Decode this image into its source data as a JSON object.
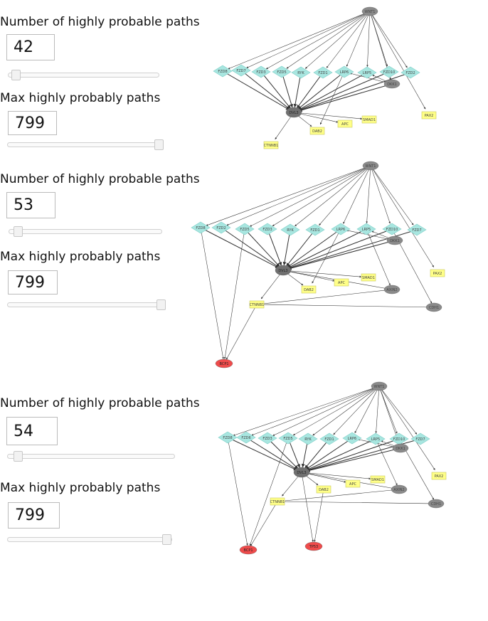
{
  "panels": [
    {
      "count_label": "Number of highly probable paths",
      "count_value": "42",
      "max_label": "Max highly probably paths",
      "max_value": "799",
      "count_fraction": 0.05,
      "max_fraction": 1.0
    },
    {
      "count_label": "Number of highly probable paths",
      "count_value": "53",
      "max_label": "Max highly probably paths",
      "max_value": "799",
      "count_fraction": 0.06,
      "max_fraction": 1.0
    },
    {
      "count_label": "Number of highly probable paths",
      "count_value": "54",
      "max_label": "Max highly probably paths",
      "max_value": "799",
      "count_fraction": 0.06,
      "max_fraction": 1.0
    }
  ],
  "colors": {
    "receptor": "#a8e6e0",
    "receptor_stroke": "#7fcfc8",
    "hub": "#8a8a8a",
    "gene": "#ffff88",
    "gene_stroke": "#c8c860",
    "target": "#ef4b4b",
    "edge": "#333333"
  },
  "networks": [
    {
      "nodes": [
        {
          "id": "WNT1",
          "label": "WNT1",
          "shape": "ellipse",
          "kind": "hub"
        },
        {
          "id": "FZD8",
          "label": "FZD8",
          "shape": "diamond",
          "kind": "receptor"
        },
        {
          "id": "FZD7",
          "label": "FZD7",
          "shape": "diamond",
          "kind": "receptor"
        },
        {
          "id": "FZD3",
          "label": "FZD3",
          "shape": "diamond",
          "kind": "receptor"
        },
        {
          "id": "FZD5",
          "label": "FZD5",
          "shape": "diamond",
          "kind": "receptor"
        },
        {
          "id": "RYK",
          "label": "RYK",
          "shape": "diamond",
          "kind": "receptor"
        },
        {
          "id": "FZD1",
          "label": "FZD1",
          "shape": "diamond",
          "kind": "receptor"
        },
        {
          "id": "LRP6",
          "label": "LRP6",
          "shape": "diamond",
          "kind": "receptor"
        },
        {
          "id": "LRP5",
          "label": "LRP5",
          "shape": "diamond",
          "kind": "receptor"
        },
        {
          "id": "FZD10",
          "label": "FZD10",
          "shape": "diamond",
          "kind": "receptor"
        },
        {
          "id": "FZD2",
          "label": "FZD2",
          "shape": "diamond",
          "kind": "receptor"
        },
        {
          "id": "DKK1",
          "label": "DKK1",
          "shape": "ellipse",
          "kind": "hub"
        },
        {
          "id": "DVL3",
          "label": "DVL3",
          "shape": "ellipse",
          "kind": "hubdark"
        },
        {
          "id": "SMAD1",
          "label": "SMAD1",
          "shape": "rect",
          "kind": "gene"
        },
        {
          "id": "APC",
          "label": "APC",
          "shape": "rect",
          "kind": "gene"
        },
        {
          "id": "DAB2",
          "label": "DAB2",
          "shape": "rect",
          "kind": "gene"
        },
        {
          "id": "CTNNB1",
          "label": "CTNNB1",
          "shape": "rect",
          "kind": "gene"
        },
        {
          "id": "PAX2",
          "label": "PAX2",
          "shape": "rect",
          "kind": "gene"
        }
      ],
      "edges": [
        [
          "WNT1",
          "FZD8"
        ],
        [
          "WNT1",
          "FZD7"
        ],
        [
          "WNT1",
          "FZD3"
        ],
        [
          "WNT1",
          "FZD5"
        ],
        [
          "WNT1",
          "RYK"
        ],
        [
          "WNT1",
          "FZD1"
        ],
        [
          "WNT1",
          "LRP6"
        ],
        [
          "WNT1",
          "LRP5"
        ],
        [
          "WNT1",
          "FZD10"
        ],
        [
          "WNT1",
          "FZD2"
        ],
        [
          "WNT1",
          "PAX2"
        ],
        [
          "WNT1",
          "DKK1"
        ],
        [
          "FZD8",
          "DVL3"
        ],
        [
          "FZD7",
          "DVL3"
        ],
        [
          "FZD3",
          "DVL3"
        ],
        [
          "FZD5",
          "DVL3"
        ],
        [
          "RYK",
          "DVL3"
        ],
        [
          "FZD1",
          "DVL3"
        ],
        [
          "LRP6",
          "DVL3"
        ],
        [
          "LRP5",
          "DVL3"
        ],
        [
          "FZD10",
          "DVL3"
        ],
        [
          "FZD2",
          "DVL3"
        ],
        [
          "DKK1",
          "DVL3"
        ],
        [
          "DKK1",
          "LRP6"
        ],
        [
          "DKK1",
          "LRP5"
        ],
        [
          "DVL3",
          "SMAD1"
        ],
        [
          "DVL3",
          "APC"
        ],
        [
          "DVL3",
          "DAB2"
        ],
        [
          "DVL3",
          "CTNNB1"
        ],
        [
          "LRP6",
          "DAB2"
        ]
      ]
    },
    {
      "nodes": [
        {
          "id": "WNT1",
          "label": "WNT1",
          "shape": "ellipse",
          "kind": "hub"
        },
        {
          "id": "FZD8",
          "label": "FZD8",
          "shape": "diamond",
          "kind": "receptor"
        },
        {
          "id": "FZD2",
          "label": "FZD2",
          "shape": "diamond",
          "kind": "receptor"
        },
        {
          "id": "FZD5",
          "label": "FZD5",
          "shape": "diamond",
          "kind": "receptor"
        },
        {
          "id": "FZD3",
          "label": "FZD3",
          "shape": "diamond",
          "kind": "receptor"
        },
        {
          "id": "RYK",
          "label": "RYK",
          "shape": "diamond",
          "kind": "receptor"
        },
        {
          "id": "FZD1",
          "label": "FZD1",
          "shape": "diamond",
          "kind": "receptor"
        },
        {
          "id": "LRP6",
          "label": "LRP6",
          "shape": "diamond",
          "kind": "receptor"
        },
        {
          "id": "LRP5",
          "label": "LRP5",
          "shape": "diamond",
          "kind": "receptor"
        },
        {
          "id": "FZD10",
          "label": "FZD10",
          "shape": "diamond",
          "kind": "receptor"
        },
        {
          "id": "FZD7",
          "label": "FZD7",
          "shape": "diamond",
          "kind": "receptor"
        },
        {
          "id": "DKK1",
          "label": "DKK1",
          "shape": "ellipse",
          "kind": "hub"
        },
        {
          "id": "DVL3",
          "label": "DVL3",
          "shape": "ellipse",
          "kind": "hubdark"
        },
        {
          "id": "SMAD1",
          "label": "SMAD1",
          "shape": "rect",
          "kind": "gene"
        },
        {
          "id": "APC",
          "label": "APC",
          "shape": "rect",
          "kind": "gene"
        },
        {
          "id": "DAB2",
          "label": "DAB2",
          "shape": "rect",
          "kind": "gene"
        },
        {
          "id": "AXIN2",
          "label": "AXIN2",
          "shape": "ellipse",
          "kind": "hub"
        },
        {
          "id": "CTNNB1",
          "label": "CTNNB1",
          "shape": "rect",
          "kind": "gene"
        },
        {
          "id": "CDH1",
          "label": "CDH1",
          "shape": "ellipse",
          "kind": "hub"
        },
        {
          "id": "PAX2",
          "label": "PAX2",
          "shape": "rect",
          "kind": "gene"
        },
        {
          "id": "BCP1",
          "label": "BCP1",
          "shape": "ellipse",
          "kind": "target"
        }
      ],
      "edges": [
        [
          "WNT1",
          "FZD8"
        ],
        [
          "WNT1",
          "FZD2"
        ],
        [
          "WNT1",
          "FZD5"
        ],
        [
          "WNT1",
          "FZD3"
        ],
        [
          "WNT1",
          "RYK"
        ],
        [
          "WNT1",
          "FZD1"
        ],
        [
          "WNT1",
          "LRP6"
        ],
        [
          "WNT1",
          "LRP5"
        ],
        [
          "WNT1",
          "FZD10"
        ],
        [
          "WNT1",
          "FZD7"
        ],
        [
          "WNT1",
          "PAX2"
        ],
        [
          "FZD8",
          "DVL3"
        ],
        [
          "FZD2",
          "DVL3"
        ],
        [
          "FZD5",
          "DVL3"
        ],
        [
          "FZD3",
          "DVL3"
        ],
        [
          "RYK",
          "DVL3"
        ],
        [
          "FZD1",
          "DVL3"
        ],
        [
          "LRP6",
          "DVL3"
        ],
        [
          "LRP5",
          "DVL3"
        ],
        [
          "FZD10",
          "DVL3"
        ],
        [
          "FZD7",
          "DVL3"
        ],
        [
          "DKK1",
          "DVL3"
        ],
        [
          "DKK1",
          "LRP6"
        ],
        [
          "DKK1",
          "LRP5"
        ],
        [
          "DVL3",
          "SMAD1"
        ],
        [
          "DVL3",
          "APC"
        ],
        [
          "DVL3",
          "AXIN2"
        ],
        [
          "DVL3",
          "DAB2"
        ],
        [
          "DVL3",
          "CTNNB1"
        ],
        [
          "CTNNB1",
          "AXIN2"
        ],
        [
          "CTNNB1",
          "CDH1"
        ],
        [
          "FZD8",
          "BCP1"
        ],
        [
          "FZD5",
          "BCP1"
        ],
        [
          "CTNNB1",
          "BCP1"
        ],
        [
          "LRP6",
          "DAB2"
        ],
        [
          "FZD10",
          "CDH1"
        ],
        [
          "LRP5",
          "AXIN2"
        ]
      ]
    },
    {
      "nodes": [
        {
          "id": "WNT1",
          "label": "WNT1",
          "shape": "ellipse",
          "kind": "hub"
        },
        {
          "id": "FZD8",
          "label": "FZD8",
          "shape": "diamond",
          "kind": "receptor"
        },
        {
          "id": "FZD6",
          "label": "FZD6",
          "shape": "diamond",
          "kind": "receptor"
        },
        {
          "id": "FZD3",
          "label": "FZD3",
          "shape": "diamond",
          "kind": "receptor"
        },
        {
          "id": "FZD5",
          "label": "FZD5",
          "shape": "diamond",
          "kind": "receptor"
        },
        {
          "id": "RYK",
          "label": "RYK",
          "shape": "diamond",
          "kind": "receptor"
        },
        {
          "id": "FZD1",
          "label": "FZD1",
          "shape": "diamond",
          "kind": "receptor"
        },
        {
          "id": "LRP6",
          "label": "LRP6",
          "shape": "diamond",
          "kind": "receptor"
        },
        {
          "id": "LRP5",
          "label": "LRP5",
          "shape": "diamond",
          "kind": "receptor"
        },
        {
          "id": "FZD10",
          "label": "FZD10",
          "shape": "diamond",
          "kind": "receptor"
        },
        {
          "id": "FZD7",
          "label": "FZD7",
          "shape": "diamond",
          "kind": "receptor"
        },
        {
          "id": "DKK1",
          "label": "DKK1",
          "shape": "ellipse",
          "kind": "hub"
        },
        {
          "id": "DVL3",
          "label": "DVL3",
          "shape": "ellipse",
          "kind": "hubdark"
        },
        {
          "id": "SMAD1",
          "label": "SMAD1",
          "shape": "rect",
          "kind": "gene"
        },
        {
          "id": "APC",
          "label": "APC",
          "shape": "rect",
          "kind": "gene"
        },
        {
          "id": "DAB2",
          "label": "DAB2",
          "shape": "rect",
          "kind": "gene"
        },
        {
          "id": "AXIN2",
          "label": "AXIN2",
          "shape": "ellipse",
          "kind": "hub"
        },
        {
          "id": "CTNNB1",
          "label": "CTNNB1",
          "shape": "rect",
          "kind": "gene"
        },
        {
          "id": "CDH1",
          "label": "CDH1",
          "shape": "ellipse",
          "kind": "hub"
        },
        {
          "id": "PAX2",
          "label": "PAX2",
          "shape": "rect",
          "kind": "gene"
        },
        {
          "id": "BCP1",
          "label": "BCP1",
          "shape": "ellipse",
          "kind": "target"
        },
        {
          "id": "TP53",
          "label": "TP53",
          "shape": "ellipse",
          "kind": "target"
        }
      ],
      "edges": [
        [
          "WNT1",
          "FZD8"
        ],
        [
          "WNT1",
          "FZD6"
        ],
        [
          "WNT1",
          "FZD3"
        ],
        [
          "WNT1",
          "FZD5"
        ],
        [
          "WNT1",
          "RYK"
        ],
        [
          "WNT1",
          "FZD1"
        ],
        [
          "WNT1",
          "LRP6"
        ],
        [
          "WNT1",
          "LRP5"
        ],
        [
          "WNT1",
          "FZD10"
        ],
        [
          "WNT1",
          "FZD7"
        ],
        [
          "WNT1",
          "PAX2"
        ],
        [
          "WNT1",
          "DKK1"
        ],
        [
          "FZD8",
          "DVL3"
        ],
        [
          "FZD6",
          "DVL3"
        ],
        [
          "FZD3",
          "DVL3"
        ],
        [
          "FZD5",
          "DVL3"
        ],
        [
          "RYK",
          "DVL3"
        ],
        [
          "FZD1",
          "DVL3"
        ],
        [
          "LRP6",
          "DVL3"
        ],
        [
          "LRP5",
          "DVL3"
        ],
        [
          "FZD10",
          "DVL3"
        ],
        [
          "FZD7",
          "DVL3"
        ],
        [
          "DKK1",
          "DVL3"
        ],
        [
          "DKK1",
          "LRP6"
        ],
        [
          "DKK1",
          "LRP5"
        ],
        [
          "DVL3",
          "SMAD1"
        ],
        [
          "DVL3",
          "APC"
        ],
        [
          "DVL3",
          "AXIN2"
        ],
        [
          "DVL3",
          "DAB2"
        ],
        [
          "DVL3",
          "CTNNB1"
        ],
        [
          "CTNNB1",
          "AXIN2"
        ],
        [
          "CTNNB1",
          "CDH1"
        ],
        [
          "FZD8",
          "BCP1"
        ],
        [
          "FZD5",
          "BCP1"
        ],
        [
          "CTNNB1",
          "BCP1"
        ],
        [
          "DVL3",
          "TP53"
        ],
        [
          "DAB2",
          "TP53"
        ],
        [
          "FZD10",
          "CDH1"
        ],
        [
          "LRP5",
          "AXIN2"
        ]
      ]
    }
  ]
}
